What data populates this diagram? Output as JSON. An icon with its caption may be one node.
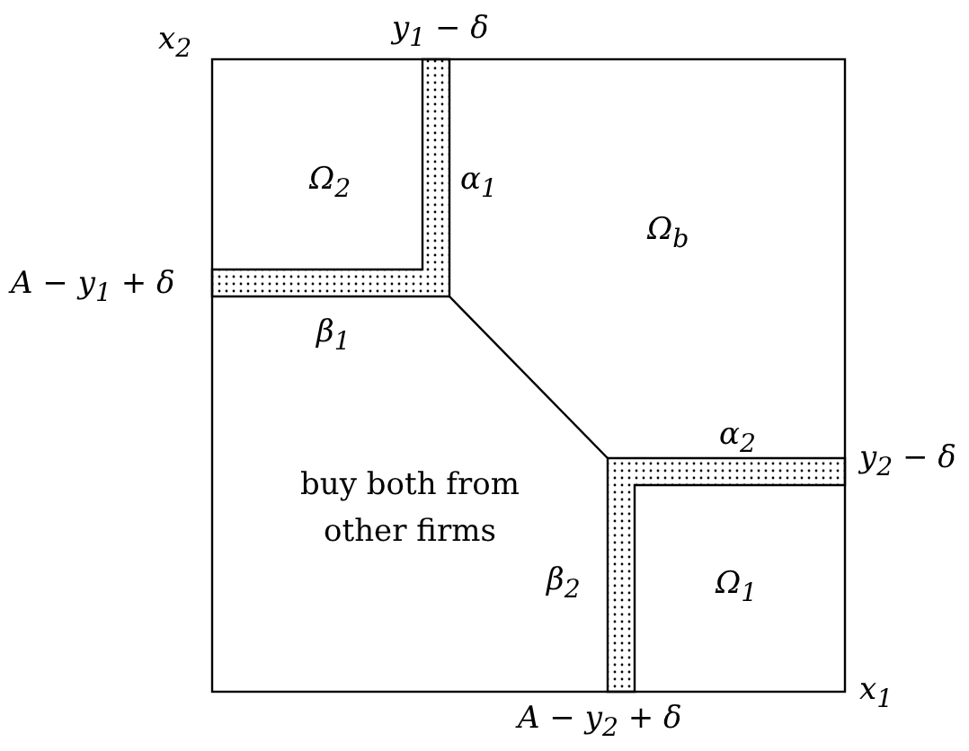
{
  "diagram": {
    "labels": [
      "x$_{2}$",
      "y$_{1}$ − δ",
      "Ω$_{2}$",
      "α$_{1}$",
      "Ω$_{b}$",
      "A − y$_{1}$ + δ",
      "β$_{1}$",
      "buy both from other firms",
      "α$_{2}$",
      "y$_{2}$ − δ",
      "β$_{2}$",
      "Ω$_{1}$",
      "A − y$_{2}$ + δ",
      "x$_{1}$"
    ]
  }
}
